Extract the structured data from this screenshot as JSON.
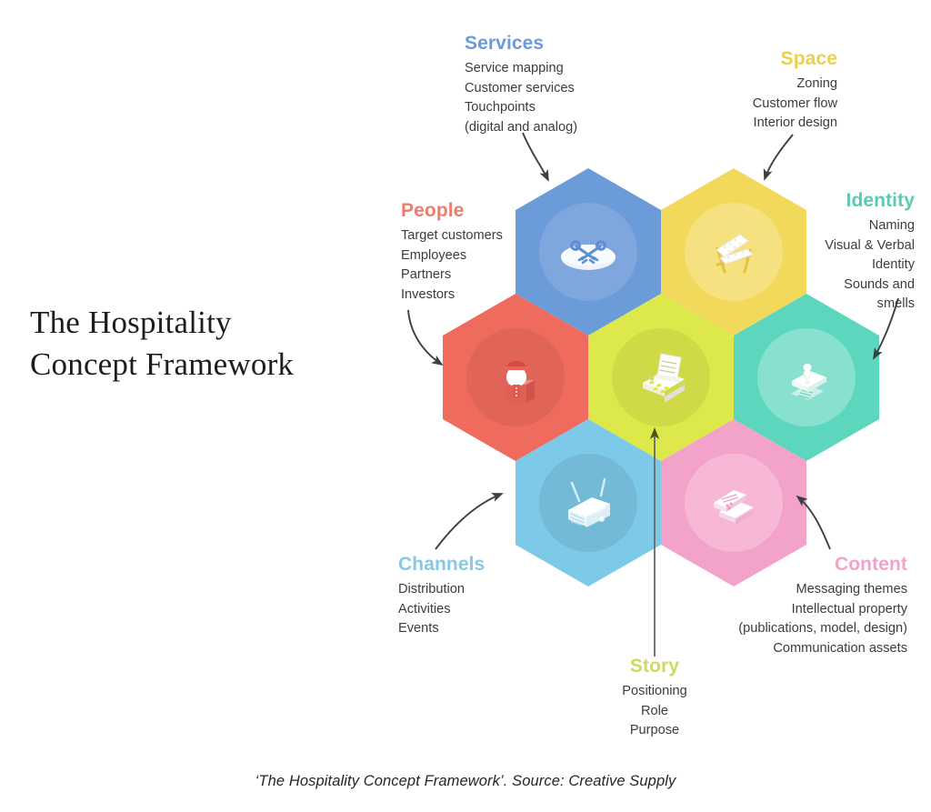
{
  "title": {
    "line1": "The Hospitality",
    "line2": "Concept Framework"
  },
  "caption": "‘The Hospitality Concept Framework’. Source: Creative Supply",
  "colors": {
    "services": "#6b9bd9",
    "space": "#f2d95c",
    "identity": "#5cd6bd",
    "people": "#ee6b5e",
    "channels": "#7cc9e8",
    "content": "#f3a2ca",
    "story": "#dde84b",
    "background": "#ffffff",
    "body_text": "#3c3c3c",
    "title_text": "#1d1d1d",
    "arrow": "#3f3f3f"
  },
  "sections": {
    "services": {
      "heading": "Services",
      "items": [
        "Service mapping",
        "Customer services",
        "Touchpoints",
        "(digital and analog)"
      ],
      "icon": "crossed-keys-on-pillow-icon",
      "color": "#6b9bd9"
    },
    "space": {
      "heading": "Space",
      "items": [
        "Zoning",
        "Customer flow",
        "Interior design"
      ],
      "icon": "lounge-chair-icon",
      "color": "#f2d95c"
    },
    "identity": {
      "heading": "Identity",
      "items": [
        "Naming",
        "Visual & Verbal",
        "Identity",
        "Sounds and",
        "smells"
      ],
      "icon": "rubber-stamp-icon",
      "color": "#5cd6bd"
    },
    "people": {
      "heading": "People",
      "items": [
        "Target customers",
        "Employees",
        "Partners",
        "Investors"
      ],
      "icon": "bellhop-porter-icon",
      "color": "#ee6b5e"
    },
    "channels": {
      "heading": "Channels",
      "items": [
        "Distribution",
        "Activities",
        "Events"
      ],
      "icon": "radio-receiver-icon",
      "color": "#7cc9e8"
    },
    "content": {
      "heading": "Content",
      "items": [
        "Messaging themes",
        "Intellectual property",
        "(publications, model, design)",
        "Communication assets"
      ],
      "icon": "books-publications-icon",
      "color": "#f3a2ca"
    },
    "story": {
      "heading": "Story",
      "items": [
        "Positioning",
        "Role",
        "Purpose"
      ],
      "icon": "typewriter-icon",
      "color": "#dde84b"
    }
  }
}
